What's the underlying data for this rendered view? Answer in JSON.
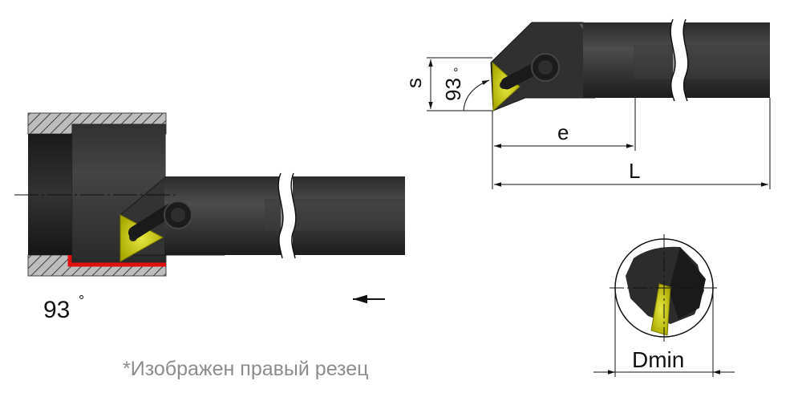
{
  "labels": {
    "angle_left": "93",
    "angle_top": "93",
    "degree": "°",
    "s": "s",
    "e": "e",
    "L": "L",
    "dmin": "Dmin",
    "arrow": "←",
    "note": "*Изображен правый резец"
  },
  "colors": {
    "body": "#2b2b2b",
    "body_light": "#4a4a4a",
    "insert": "#c8c810",
    "cut": "#e01010",
    "hatch": "#555555"
  }
}
